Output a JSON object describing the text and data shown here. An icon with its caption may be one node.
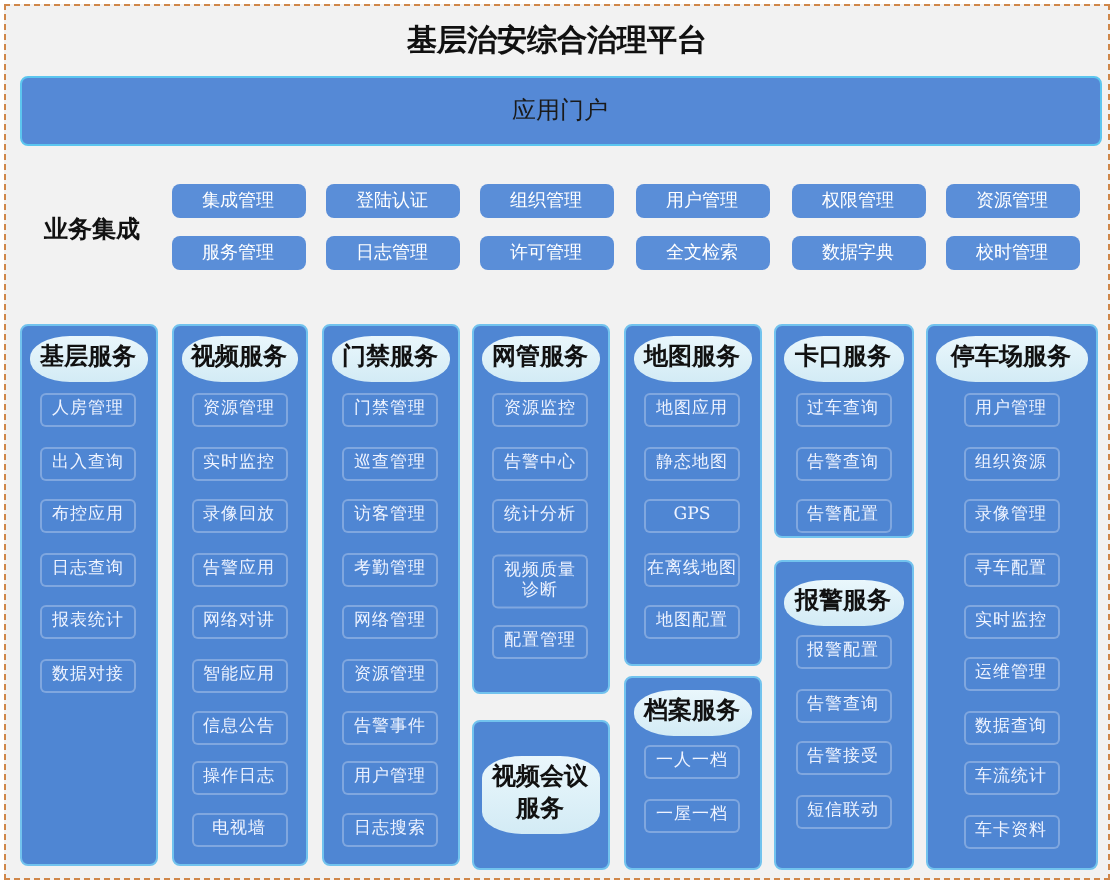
{
  "diagram": {
    "nodes": [
      {
        "text": [
          "基层治安综合治理平台"
        ]
      },
      {
        "text": [
          "应用门户"
        ],
        "in": 0
      },
      {
        "text": [
          "集成管理"
        ],
        "in": 0
      },
      {
        "text": [
          "登陆认证"
        ],
        "in": 0
      },
      {
        "text": [
          "组织管理"
        ],
        "in": 0
      },
      {
        "text": [
          "用户管理"
        ],
        "in": 0
      },
      {
        "text": [
          "权限管理"
        ],
        "in": 0
      },
      {
        "text": [
          "资源管理"
        ],
        "in": 0
      },
      {
        "text": [
          "服务管理"
        ],
        "in": 0
      },
      {
        "text": [
          "日志管理"
        ],
        "in": 0
      },
      {
        "text": [
          "许可管理"
        ],
        "in": 0
      },
      {
        "text": [
          "全文检索"
        ],
        "in": 0
      },
      {
        "text": [
          "数据字典"
        ],
        "in": 0
      },
      {
        "text": [
          "校时管理"
        ],
        "in": 0
      },
      {
        "text": [
          "基层服务"
        ],
        "in": 0
      },
      {
        "text": [
          "人房管理"
        ],
        "in": 14
      },
      {
        "text": [
          "出入查询"
        ],
        "in": 14
      },
      {
        "text": [
          "布控应用"
        ],
        "in": 14
      },
      {
        "text": [
          "日志查询"
        ],
        "in": 14
      },
      {
        "text": [
          "报表统计"
        ],
        "in": 14
      },
      {
        "text": [
          "数据对接"
        ],
        "in": 14
      },
      {
        "text": [
          "视频服务"
        ],
        "in": 0
      },
      {
        "text": [
          "资源管理"
        ],
        "in": 21
      },
      {
        "text": [
          "实时监控"
        ],
        "in": 21
      },
      {
        "text": [
          "录像回放"
        ],
        "in": 21
      },
      {
        "text": [
          "告警应用"
        ],
        "in": 21
      },
      {
        "text": [
          "网络对讲"
        ],
        "in": 21
      },
      {
        "text": [
          "智能应用"
        ],
        "in": 21
      },
      {
        "text": [
          "信息公告"
        ],
        "in": 21
      },
      {
        "text": [
          "操作日志"
        ],
        "in": 21
      },
      {
        "text": [
          "电视墙"
        ],
        "in": 21
      },
      {
        "text": [
          "门禁服务"
        ],
        "in": 0
      },
      {
        "text": [
          "门禁管理"
        ],
        "in": 31
      },
      {
        "text": [
          "巡查管理"
        ],
        "in": 31
      },
      {
        "text": [
          "访客管理"
        ],
        "in": 31
      },
      {
        "text": [
          "考勤管理"
        ],
        "in": 31
      },
      {
        "text": [
          "网络管理"
        ],
        "in": 31
      },
      {
        "text": [
          "资源管理"
        ],
        "in": 31
      },
      {
        "text": [
          "告警事件"
        ],
        "in": 31
      },
      {
        "text": [
          "用户管理"
        ],
        "in": 31
      },
      {
        "text": [
          "日志搜索"
        ],
        "in": 31
      },
      {
        "text": [
          "网管服务"
        ],
        "in": 0
      },
      {
        "text": [
          "资源监控"
        ],
        "in": 41
      },
      {
        "text": [
          "告警中心"
        ],
        "in": 41
      },
      {
        "text": [
          "统计分析"
        ],
        "in": 41
      },
      {
        "text": [
          "视频质量诊断"
        ],
        "in": 41
      },
      {
        "text": [
          "配置管理"
        ],
        "in": 41
      },
      {
        "text": [
          "视频会议服务"
        ],
        "in": 0
      },
      {
        "text": [
          "地图服务"
        ],
        "in": 0
      },
      {
        "text": [
          "地图应用"
        ],
        "in": 48
      },
      {
        "text": [
          "静态地图"
        ],
        "in": 48
      },
      {
        "text": [
          "GPS"
        ],
        "in": 48
      },
      {
        "text": [
          "在离线地图"
        ],
        "in": 48
      },
      {
        "text": [
          "地图配置"
        ],
        "in": 48
      },
      {
        "text": [
          "档案服务"
        ],
        "in": 0
      },
      {
        "text": [
          "一人一档"
        ],
        "in": 54
      },
      {
        "text": [
          "一屋一档"
        ],
        "in": 54
      },
      {
        "text": [
          "卡口服务"
        ],
        "in": 0
      },
      {
        "text": [
          "过车查询"
        ],
        "in": 57
      },
      {
        "text": [
          "告警查询"
        ],
        "in": 57
      },
      {
        "text": [
          "告警配置"
        ],
        "in": 57
      },
      {
        "text": [
          "报警服务"
        ],
        "in": 0
      },
      {
        "text": [
          "报警配置"
        ],
        "in": 61
      },
      {
        "text": [
          "告警查询"
        ],
        "in": 61
      },
      {
        "text": [
          "告警接受"
        ],
        "in": 61
      },
      {
        "text": [
          "短信联动"
        ],
        "in": 61
      },
      {
        "text": [
          "停车场服务"
        ],
        "in": 0
      },
      {
        "text": [
          "用户管理"
        ],
        "in": 66
      },
      {
        "text": [
          "组织资源"
        ],
        "in": 66
      },
      {
        "text": [
          "录像管理"
        ],
        "in": 66
      },
      {
        "text": [
          "寻车配置"
        ],
        "in": 66
      },
      {
        "text": [
          "实时监控"
        ],
        "in": 66
      },
      {
        "text": [
          "运维管理"
        ],
        "in": 66
      },
      {
        "text": [
          "数据查询"
        ],
        "in": 66
      },
      {
        "text": [
          "车流统计"
        ],
        "in": 66
      },
      {
        "text": [
          "车卡资料"
        ],
        "in": 66
      }
    ],
    "labels": [
      "业务集成"
    ]
  }
}
